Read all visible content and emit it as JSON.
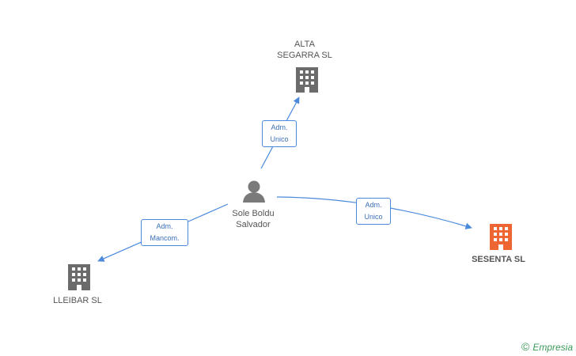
{
  "nodes": {
    "person": {
      "line1": "Sole Boldu",
      "line2": "Salvador",
      "type": "person"
    },
    "alta": {
      "line1": "ALTA",
      "line2": "SEGARRA  SL",
      "type": "company"
    },
    "sesenta": {
      "line1": "SESENTA SL",
      "type": "company-focus"
    },
    "lleibar": {
      "line1": "LLEIBAR SL",
      "type": "company"
    }
  },
  "edges": {
    "alta": {
      "line1": "Adm.",
      "line2": "Unico"
    },
    "sesenta": {
      "line1": "Adm.",
      "line2": "Unico"
    },
    "lleibar": {
      "line1": "Adm.",
      "line2": "Mancom."
    }
  },
  "colors": {
    "edge": "#4a89dc",
    "company": "#6b6b6b",
    "focus": "#ee6633",
    "person": "#7a7a7a"
  },
  "brand": {
    "symbol": "©",
    "name": "Empresia"
  }
}
